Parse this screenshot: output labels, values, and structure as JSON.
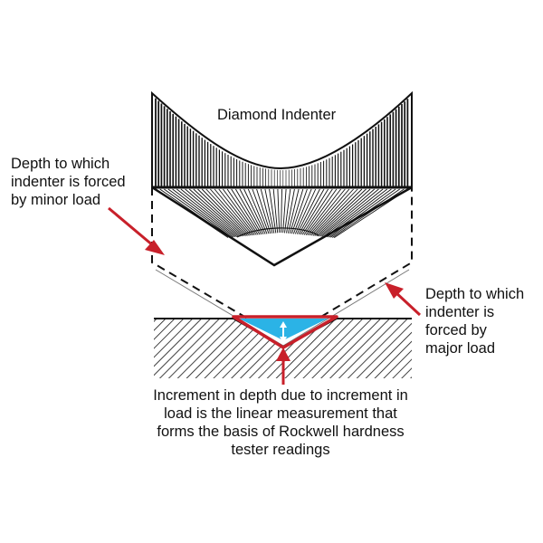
{
  "labels": {
    "indenter": "Diamond Indenter",
    "minor_load": [
      "Depth to which",
      "indenter is forced",
      "by minor load"
    ],
    "major_load": [
      "Depth to which",
      "indenter is",
      "forced by",
      "major load"
    ],
    "increment": [
      "Increment in depth due to increment in",
      "load is the linear measurement that",
      "forms the basis of Rockwell hardness",
      "tester readings"
    ]
  },
  "colors": {
    "line": "#111111",
    "arrow": "#c8202a",
    "depth_fill": "#2bb3e6",
    "background": "#ffffff"
  },
  "icons": {
    "arrows": "red-arrow-icon",
    "double_arrow": "double-headed-arrow-icon"
  }
}
